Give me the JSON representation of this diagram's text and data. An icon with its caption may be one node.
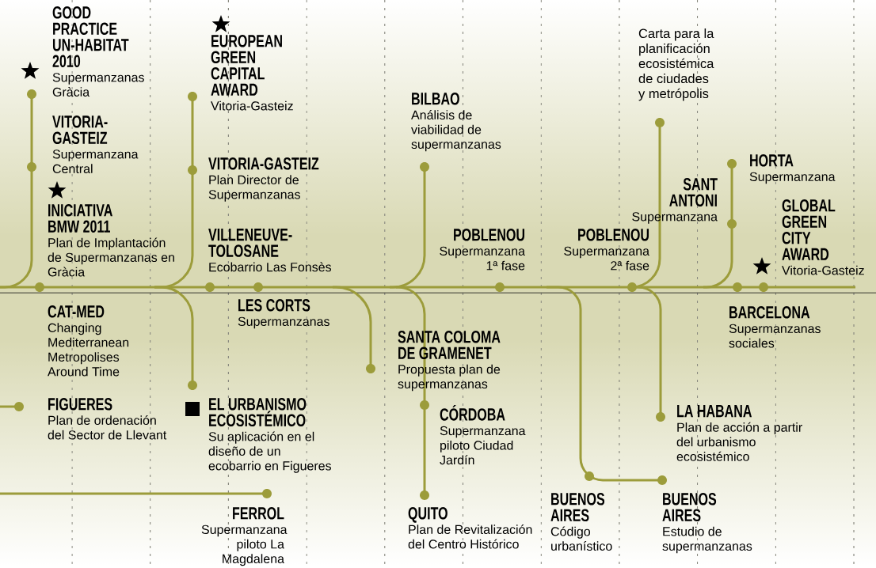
{
  "diagram": {
    "nodes": [
      {
        "text": [
          "GOOD PRACTICE UN-HABITAT 2010",
          "Supermanzanas Gràcia"
        ]
      },
      {
        "text": [
          "VITORIA-GASTEIZ",
          "Supermanzana Central"
        ]
      },
      {
        "text": [
          "INICIATIVA BMW 2011",
          "Plan de Implantación de Supermanzanas en Gràcia"
        ]
      },
      {
        "text": [
          "EUROPEAN GREEN CAPITAL AWARD",
          "Vitoria-Gasteiz"
        ]
      },
      {
        "text": [
          "VITORIA-GASTEIZ",
          "Plan Director de Supermanzanas"
        ]
      },
      {
        "text": [
          "VILLENEUVE-TOLOSANE",
          "Ecobarrio Las Fonsès"
        ]
      },
      {
        "text": [
          "BILBAO",
          "Análisis de viabilidad de supermanzanas"
        ]
      },
      {
        "text": [
          "POBLENOU",
          "Supermanzana 1ª fase"
        ]
      },
      {
        "text": [
          "POBLENOU",
          "Supermanzana 2ª fase"
        ]
      },
      {
        "text": [
          "Carta para la planificación ecosistémica de ciudades y metrópolis"
        ]
      },
      {
        "text": [
          "SANT ANTONI",
          "Supermanzana"
        ]
      },
      {
        "text": [
          "HORTA",
          "Supermanzana"
        ]
      },
      {
        "text": [
          "GLOBAL GREEN CITY AWARD",
          "Vitoria-Gasteiz"
        ]
      },
      {
        "text": [
          "CAT-MED",
          "Changing Mediterranean Metropolises Around Time"
        ]
      },
      {
        "text": [
          "LES CORTS",
          "Supermanzanas"
        ]
      },
      {
        "text": [
          "FIGUERES",
          "Plan de ordenación del Sector de Llevant"
        ]
      },
      {
        "text": [
          "EL URBANISMO ECOSISTÉMICO",
          "Su aplicación en el diseño de un ecobarrio en Figueres"
        ]
      },
      {
        "text": [
          "SANTA COLOMA DE GRAMENET",
          "Propuesta plan de supermanzanas"
        ]
      },
      {
        "text": [
          "CÓRDOBA",
          "Supermanzana piloto Ciudad Jardín"
        ]
      },
      {
        "text": [
          "BARCELONA",
          "Supermanzanas sociales"
        ]
      },
      {
        "text": [
          "LA HABANA",
          "Plan de acción a partir del urbanismo ecosistémico"
        ]
      },
      {
        "text": [
          "FERROL",
          "Supermanzana piloto La Magdalena"
        ]
      },
      {
        "text": [
          "QUITO",
          "Plan de Revitalización del Centro Histórico"
        ]
      },
      {
        "text": [
          "BUENOS AIRES",
          "Código urbanístico"
        ]
      },
      {
        "text": [
          "BUENOS AIRES",
          "Estudio de supermanzanas"
        ]
      }
    ]
  }
}
